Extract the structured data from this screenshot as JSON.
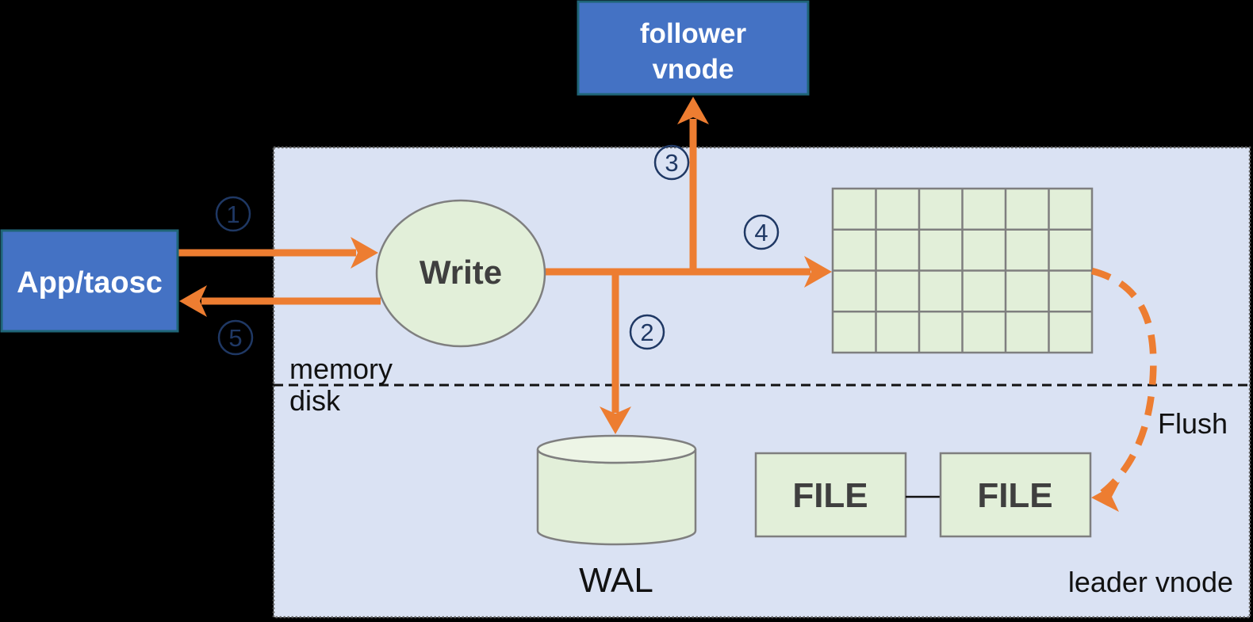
{
  "nodes": {
    "follower_vnode": {
      "line1": "follower",
      "line2": "vnode"
    },
    "app_taosc": {
      "label": "App/taosc"
    },
    "write": {
      "label": "Write"
    },
    "wal": {
      "label": "WAL"
    },
    "file_left": {
      "label": "FILE"
    },
    "file_right": {
      "label": "FILE"
    }
  },
  "region": {
    "memory_label": "memory",
    "disk_label": "disk",
    "leader_label": "leader vnode"
  },
  "flow": {
    "flush_label": "Flush",
    "steps": [
      "1",
      "2",
      "3",
      "4",
      "5"
    ]
  },
  "colors": {
    "arrow_orange": "#ED7D31",
    "step_navy": "#1F3864",
    "node_blue": "#4472C4",
    "node_border_teal": "#1F6577",
    "container_fill": "#DAE2F3",
    "shape_green": "#E2EFD9",
    "shape_green_light": "#EDF5E6",
    "shape_border_gray": "#7F7F7F",
    "background": "#000000"
  }
}
